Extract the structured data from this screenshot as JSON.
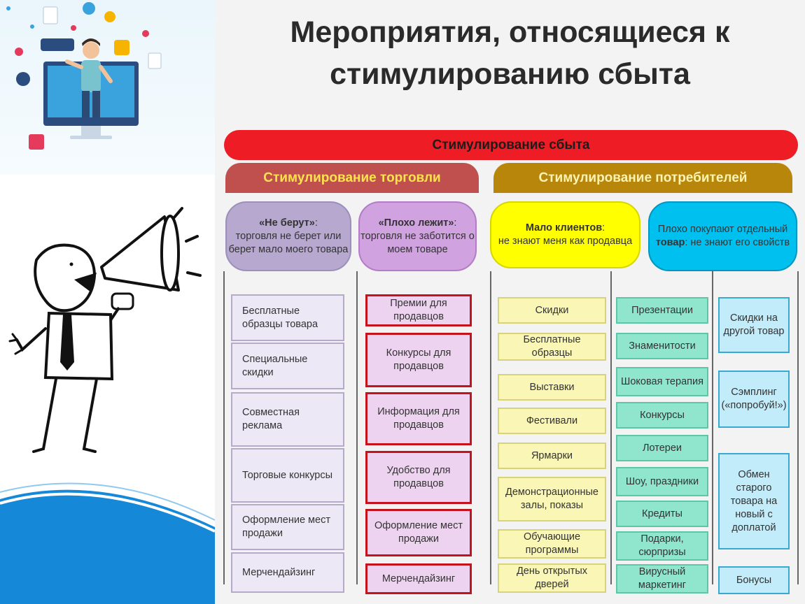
{
  "title": "Мероприятия, относящиеся к стимулированию сбыта",
  "top": "Стимулирование сбыта",
  "trade": {
    "label": "Стимулирование торговли",
    "col1_head": {
      "bold": "«Не берут»",
      "tail": ":",
      "text": "торговля не берет или берет мало моего товара"
    },
    "col2_head": {
      "bold": "«Плохо лежит»",
      "tail": ":",
      "text": "торговля не заботится о моем товаре"
    },
    "col1": [
      "Бесплатные образцы товара",
      "Специальные скидки",
      "Совместная реклама",
      "Торговые конкурсы",
      "Оформление мест продажи",
      "Мерчендайзинг"
    ],
    "col2": [
      "Премии для продавцов",
      "Конкурсы для продавцов",
      "Информация для продавцов",
      "Удобство для продавцов",
      "Оформление мест продажи",
      "Мерчендайзинг"
    ]
  },
  "consumer": {
    "label": "Стимулирование потребителей",
    "col3_head": {
      "bold": "Мало клиентов",
      "tail": ":",
      "text": "не знают меня как продавца"
    },
    "col4_head": {
      "pre": "Плохо покупают отдельный ",
      "bold": "товар",
      "post": ": не знают его свойств"
    },
    "col3": [
      "Скидки",
      "Бесплатные образцы",
      "Выставки",
      "Фестивали",
      "Ярмарки",
      "Демонстрационные залы, показы",
      "Обучающие программы",
      "День открытых дверей"
    ],
    "col4": [
      "Презентации",
      "Знаменитости",
      "Шоковая терапия",
      "Конкурсы",
      "Лотереи",
      "Шоу, праздники",
      "Кредиты",
      "Подарки, сюрпризы",
      "Вирусный маркетинг"
    ],
    "col5": [
      "Скидки на другой товар",
      "Сэмплинг («попробуй!»)",
      "Обмен старого товара на новый с доплатой",
      "Бонусы"
    ]
  },
  "colors": {
    "red": "#ee1c24",
    "trade": "#c0504d",
    "consumer": "#b8860b",
    "yellow": "#ffff00",
    "cyan": "#00c0ef"
  }
}
